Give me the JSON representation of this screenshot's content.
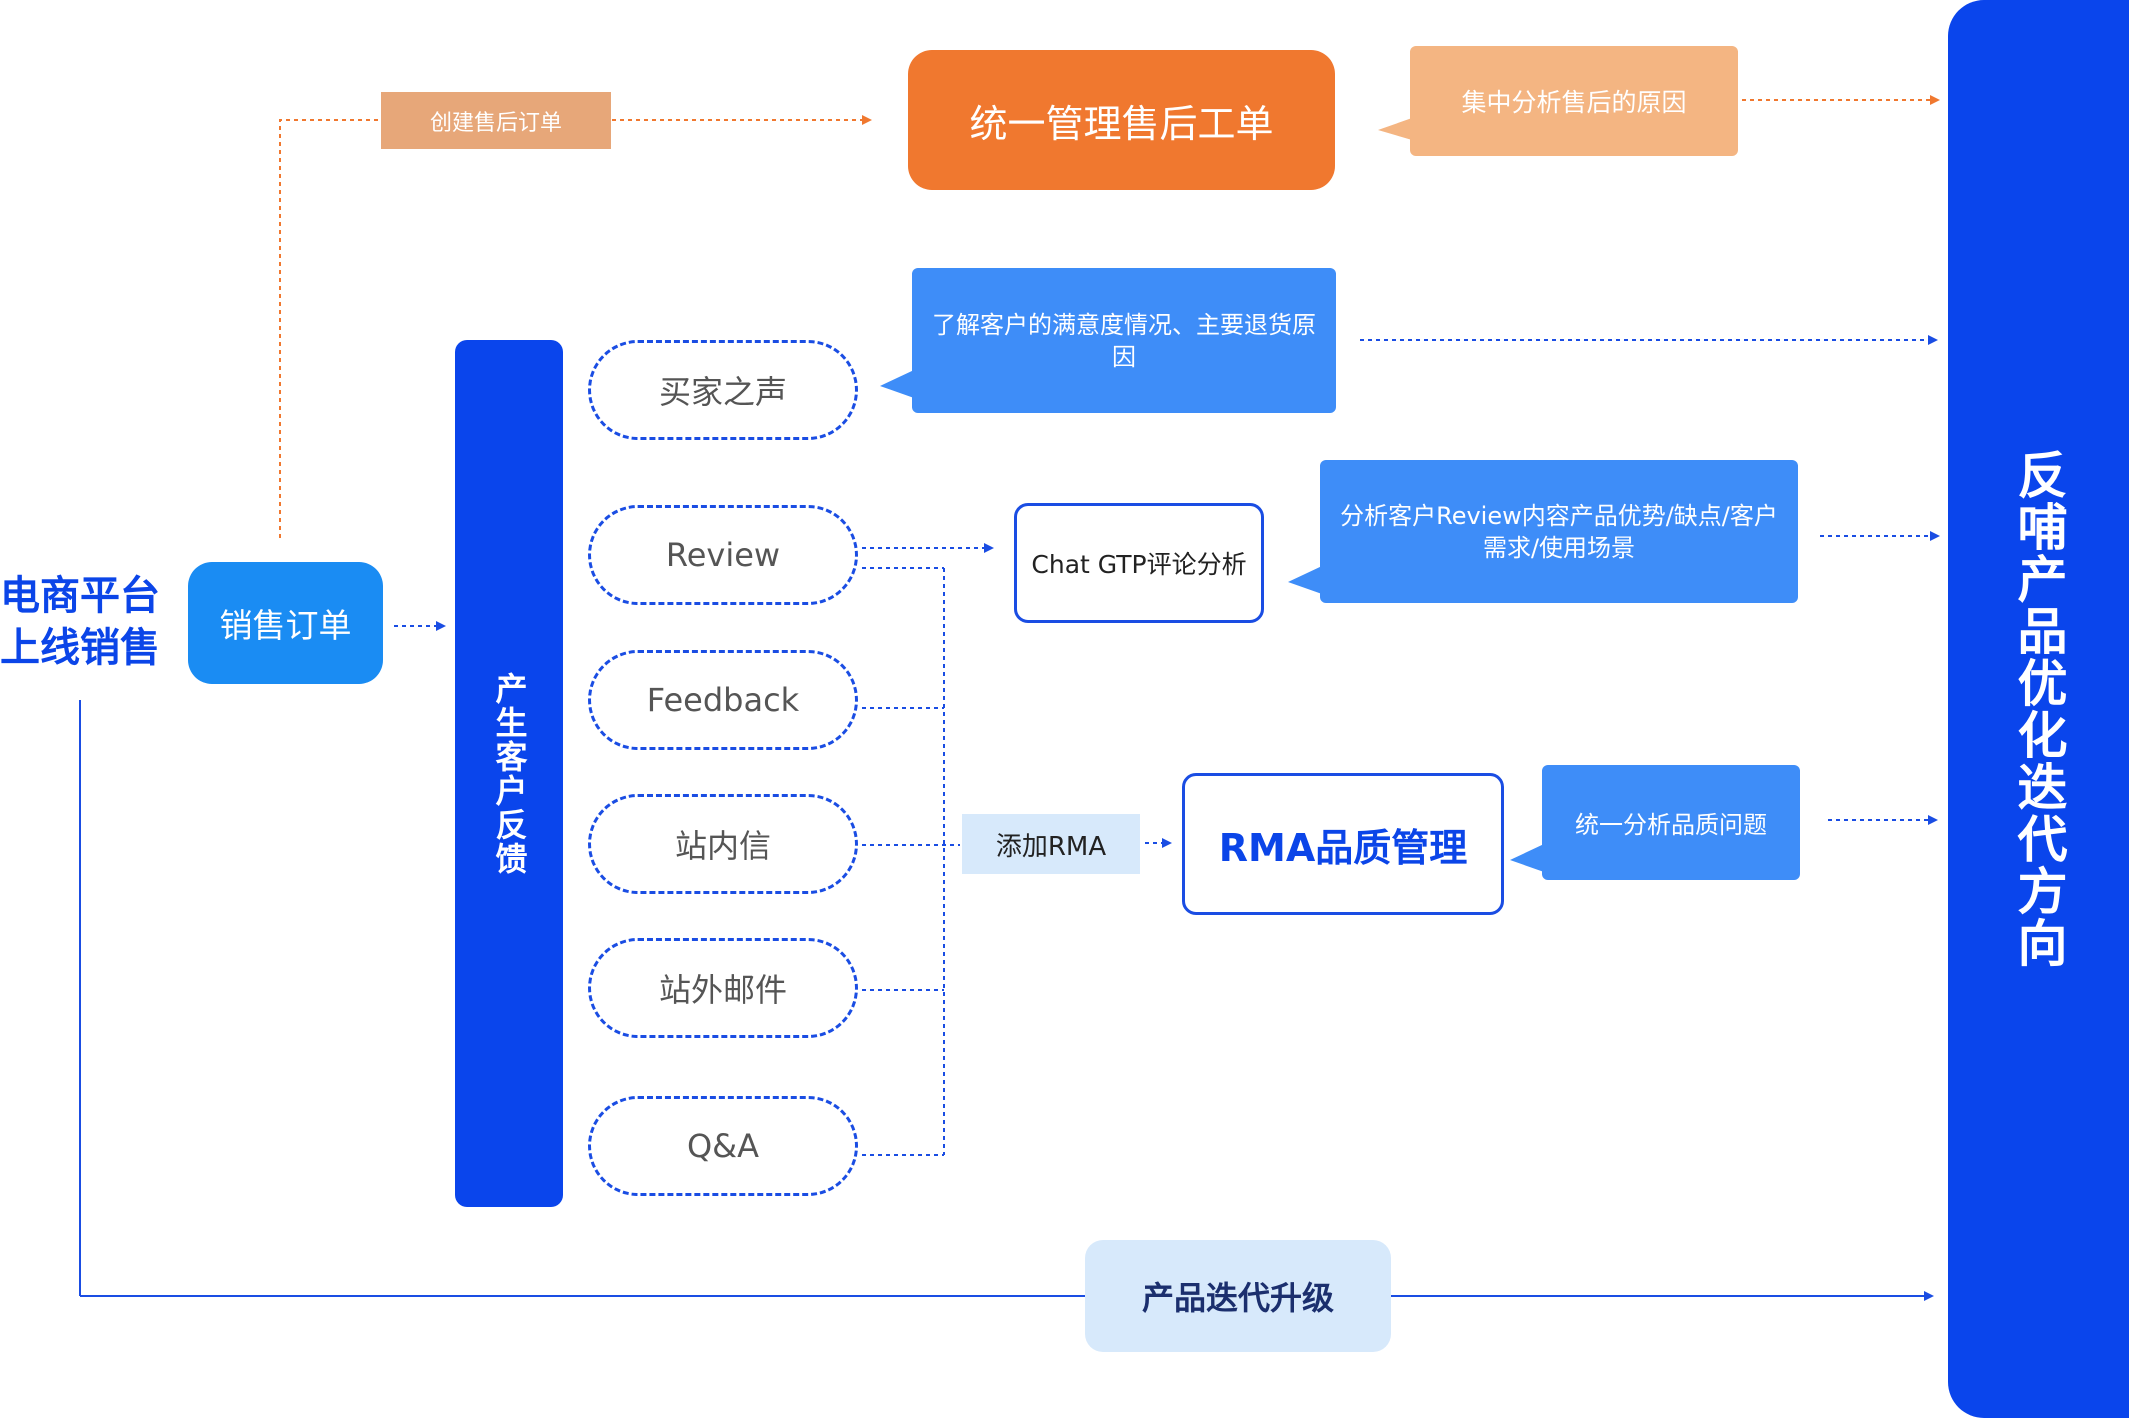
{
  "left_title": "电商平台上线销售",
  "sales_order": "销售订单",
  "feedback_bar": "产生客户反馈",
  "channels": [
    "买家之声",
    "Review",
    "Feedback",
    "站内信",
    "站外邮件",
    "Q&A"
  ],
  "create_order": "创建售后订单",
  "after_sales": "统一管理售后工单",
  "analyze_reason": "集中分析售后的原因",
  "satisfaction": "了解客户的满意度情况、主要退货原因",
  "chat_gpt": "Chat GTP评论分析",
  "review_analysis": "分析客户Review内容产品优势/缺点/客户需求/使用场景",
  "add_rma": "添加RMA",
  "rma": "RMA品质管理",
  "quality_analysis": "统一分析品质问题",
  "upgrade": "产品迭代升级",
  "right_bar": "反哺产品优化迭代方向",
  "colors": {
    "primary_blue": "#0a45ec",
    "light_blue": "#3e8df8",
    "sales_blue": "#1a8cf3",
    "orange": "#f0782f",
    "light_orange": "#f4b582",
    "tan": "#e7a779",
    "pale_blue": "#d7e9fb"
  }
}
